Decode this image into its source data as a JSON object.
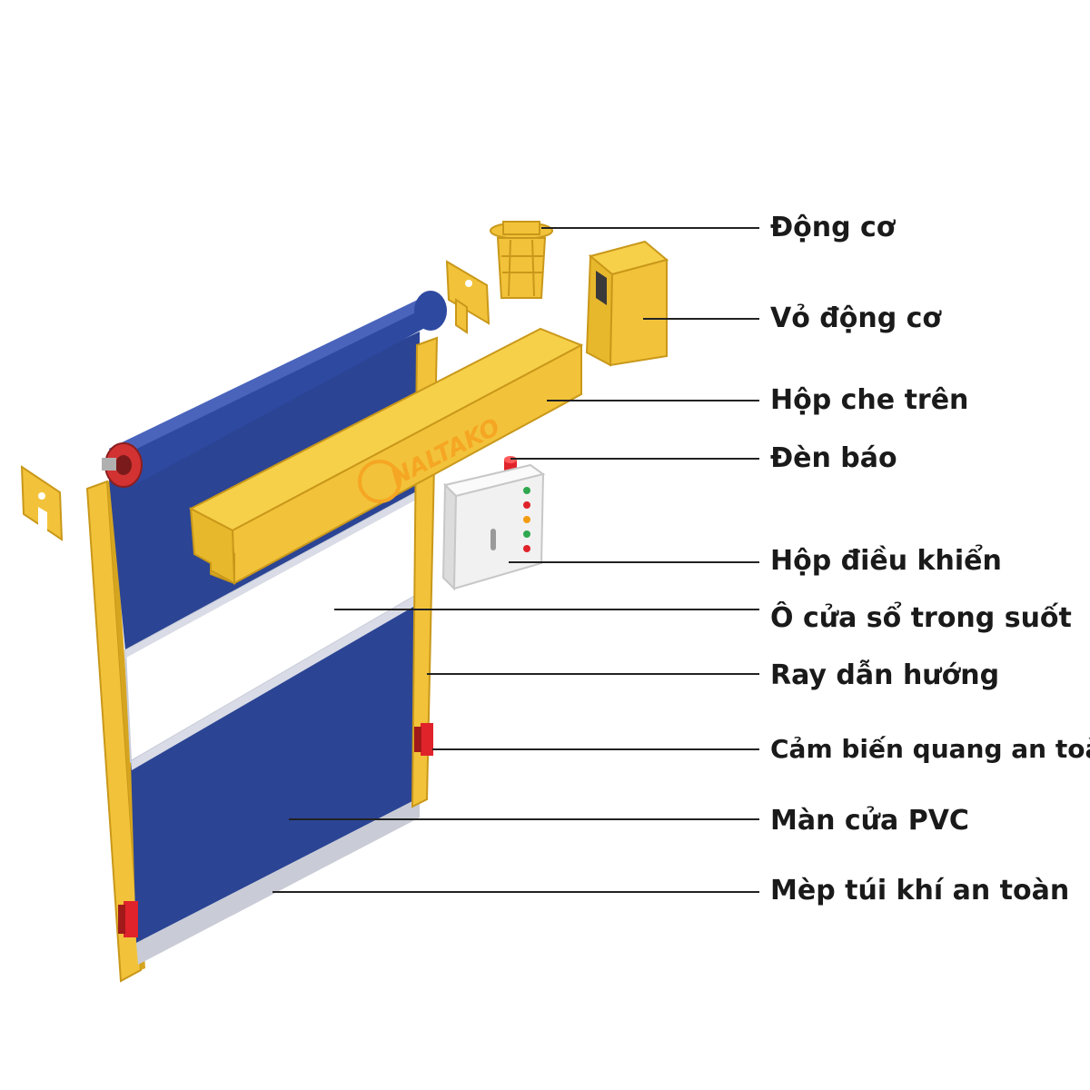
{
  "diagram": {
    "brand": "NALTAKO",
    "colors": {
      "frame": "#f2c33a",
      "frame_dark": "#d6a51f",
      "curtain": "#2b4494",
      "curtain_dark": "#1f3578",
      "window": "#ffffff",
      "sensor": "#e0232b",
      "leader": "#222222",
      "control_box": "#f1f1f1"
    },
    "labels": [
      {
        "id": "motor",
        "text": "Động cơ"
      },
      {
        "id": "motor-cover",
        "text": "Vỏ động cơ"
      },
      {
        "id": "top-cover",
        "text": "Hộp che trên"
      },
      {
        "id": "warning-light",
        "text": "Đèn báo"
      },
      {
        "id": "control-box",
        "text": "Hộp điều khiển"
      },
      {
        "id": "transparent-window",
        "text": "Ô cửa sổ trong suốt"
      },
      {
        "id": "guide-rail",
        "text": "Ray dẫn hướng"
      },
      {
        "id": "safety-sensor",
        "text": "Cảm biến quang an toàn"
      },
      {
        "id": "pvc-curtain",
        "text": "Màn cửa PVC"
      },
      {
        "id": "airbag-edge",
        "text": "Mèp túi khí an toàn"
      }
    ]
  }
}
